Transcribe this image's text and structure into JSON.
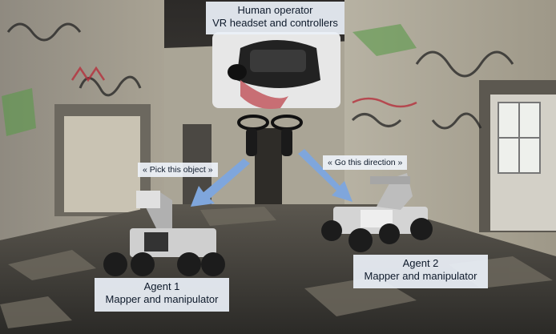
{
  "operator": {
    "line1": "Human operator",
    "line2": "VR headset and controllers"
  },
  "commands": {
    "left": "« Pick this object »",
    "right": "« Go this direction »"
  },
  "agent1": {
    "line1": "Agent 1",
    "line2": "Mapper and manipulator"
  },
  "agent2": {
    "line1": "Agent 2",
    "line2": "Mapper and manipulator"
  },
  "colors": {
    "arrow": "#7fa6dc",
    "label_bg": "#ebf0f8",
    "label_text": "#0e1a2b"
  },
  "icons": [
    "vr-headset-icon",
    "vr-controller-icon",
    "robot-rover-icon"
  ]
}
